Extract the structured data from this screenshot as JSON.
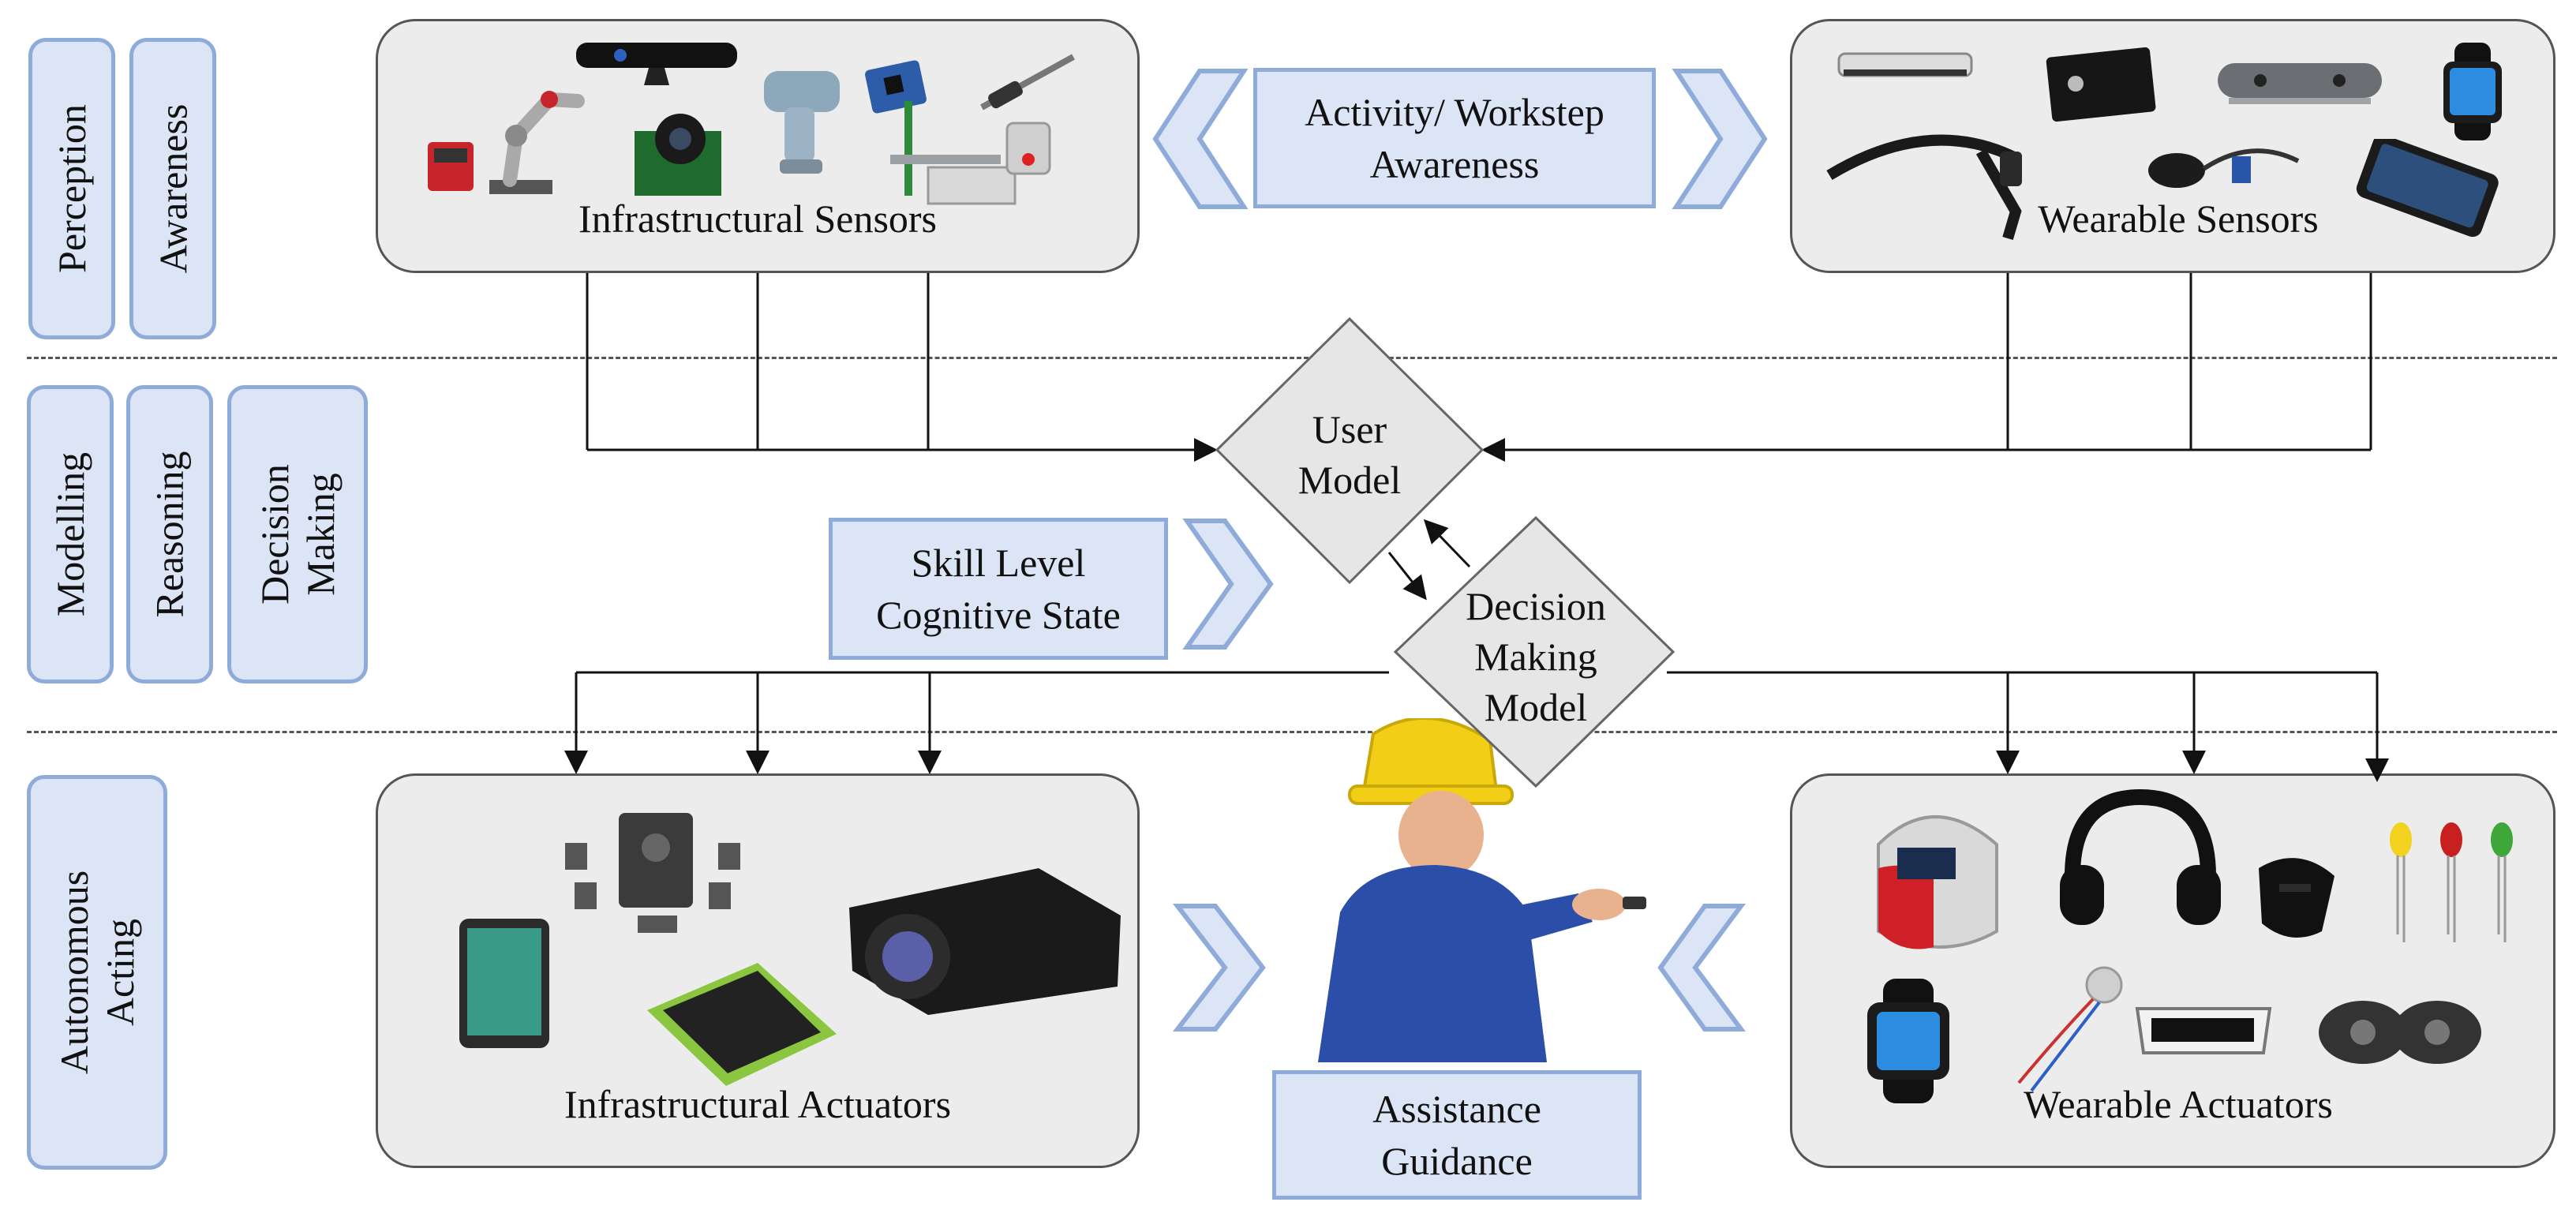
{
  "layers": {
    "perception": "Perception",
    "awareness": "Awareness",
    "modelling": "Modelling",
    "reasoning": "Reasoning",
    "decision_making": "Decision Making",
    "autonomous_acting": "Autonomous Acting"
  },
  "groups": {
    "infrastructural_sensors": "Infrastructural Sensors",
    "wearable_sensors": "Wearable Sensors",
    "infrastructural_actuators": "Infrastructural Actuators",
    "wearable_actuators": "Wearable Actuators"
  },
  "boxes": {
    "activity_awareness": "Activity/ Workstep\nAwareness",
    "skill_level": "Skill Level\nCognitive State",
    "assistance_guidance": "Assistance\nGuidance"
  },
  "models": {
    "user_model": "User\nModel",
    "decision_model": "Decision\nMaking\nModel"
  },
  "colors": {
    "tag_fill": "#dce5f5",
    "tag_border": "#8fabd9",
    "group_fill": "#ececec",
    "diamond_fill": "#e6e6e6"
  },
  "devices": {
    "infrastructural_sensors": [
      "welding-robot-icon",
      "depth-camera-icon",
      "camera-board-icon",
      "smart-screwdriver-icon",
      "sensor-board-icon",
      "pen-sensor-icon",
      "gantry-machine-icon"
    ],
    "wearable_sensors": [
      "motion-tracker-bar-icon",
      "imu-module-icon",
      "depth-camera-icon",
      "smartwatch-icon",
      "eeg-headset-icon",
      "ear-sensor-icon",
      "smartphone-icon"
    ],
    "infrastructural_actuators": [
      "tablet-icon",
      "speaker-system-icon",
      "projector-icon",
      "vibration-pad-icon"
    ],
    "wearable_actuators": [
      "welding-helmet-icon",
      "headphones-icon",
      "wristband-icon",
      "led-icon",
      "smartwatch-icon",
      "vibration-motor-icon",
      "smart-glasses-icon",
      "earbuds-icon"
    ]
  },
  "worker": "worker-icon"
}
